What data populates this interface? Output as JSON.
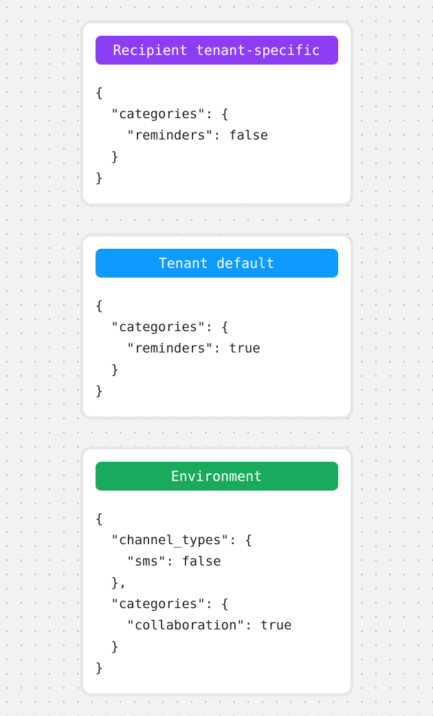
{
  "page": {
    "background_color": "#f2f2f3",
    "dot_color": "#c5c5c7",
    "card_border_color": "#e6e6e7",
    "code_text_color": "#212121"
  },
  "cards": [
    {
      "badge": {
        "label": "Recipient tenant-specific",
        "color": "#8c3df5",
        "text_color": "#ffffff"
      },
      "code_lines": [
        "{",
        "  \"categories\": {",
        "    \"reminders\": false",
        "  }",
        "}"
      ]
    },
    {
      "badge": {
        "label": "Tenant default",
        "color": "#0f9afe",
        "text_color": "#ffffff"
      },
      "code_lines": [
        "{",
        "  \"categories\": {",
        "    \"reminders\": true",
        "  }",
        "}"
      ]
    },
    {
      "badge": {
        "label": "Environment",
        "color": "#19aa5b",
        "text_color": "#ffffff"
      },
      "code_lines": [
        "{",
        "  \"channel_types\": {",
        "    \"sms\": false",
        "  },",
        "  \"categories\": {",
        "    \"collaboration\": true",
        "  }",
        "}"
      ]
    }
  ]
}
